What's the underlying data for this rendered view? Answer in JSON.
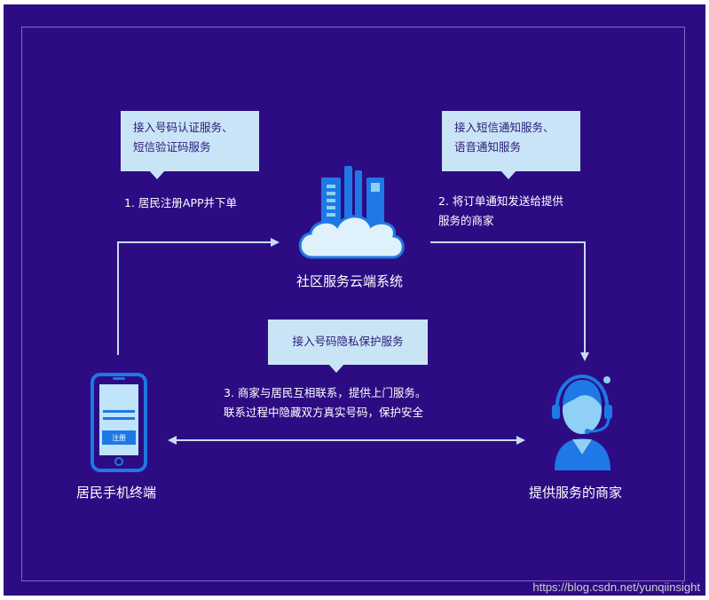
{
  "bubbles": {
    "auth": [
      "接入号码认证服务、",
      "短信验证码服务"
    ],
    "notify": [
      "接入短信通知服务、",
      "语音通知服务"
    ],
    "privacy": "接入号码隐私保护服务"
  },
  "steps": {
    "step1": "1. 居民注册APP并下单",
    "step2": [
      "2. 将订单通知发送给提供",
      "服务的商家"
    ],
    "step3": [
      "3. 商家与居民互相联系，提供上门服务。",
      "联系过程中隐藏双方真实号码，保护安全"
    ]
  },
  "nodes": {
    "cloud": "社区服务云端系统",
    "phone": "居民手机终端",
    "merchant": "提供服务的商家",
    "phone_button": "注册"
  },
  "colors": {
    "background": "#2d0c83",
    "bubble": "#c9e4f7",
    "arrow": "#c6dcf2",
    "icon_blue": "#1e78e6",
    "icon_light": "#8fd0f4"
  },
  "watermark": "https://blog.csdn.net/yunqiinsight"
}
